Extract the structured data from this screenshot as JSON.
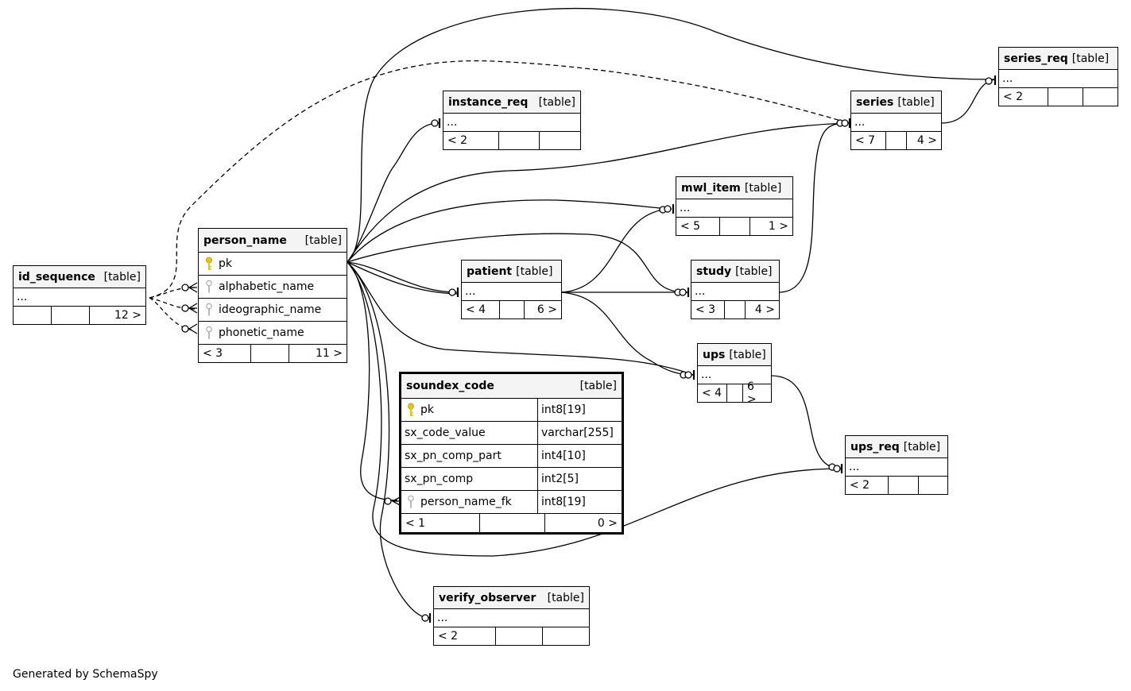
{
  "footer": "Generated by SchemaSpy",
  "tables": {
    "id_sequence": {
      "name": "id_sequence",
      "type": "[table]",
      "dots": "...",
      "foot": [
        "",
        "",
        "12 >"
      ]
    },
    "person_name": {
      "name": "person_name",
      "type": "[table]",
      "columns": [
        "pk",
        "alphabetic_name",
        "ideographic_name",
        "phonetic_name"
      ],
      "foot": [
        "< 3",
        "",
        "11 >"
      ]
    },
    "instance_req": {
      "name": "instance_req",
      "type": "[table]",
      "dots": "...",
      "foot": [
        "< 2",
        "",
        ""
      ]
    },
    "series": {
      "name": "series",
      "type": "[table]",
      "dots": "...",
      "foot": [
        "< 7",
        "",
        "4 >"
      ]
    },
    "series_req": {
      "name": "series_req",
      "type": "[table]",
      "dots": "...",
      "foot": [
        "< 2",
        "",
        ""
      ]
    },
    "mwl_item": {
      "name": "mwl_item",
      "type": "[table]",
      "dots": "...",
      "foot": [
        "< 5",
        "",
        "1 >"
      ]
    },
    "patient": {
      "name": "patient",
      "type": "[table]",
      "dots": "...",
      "foot": [
        "< 4",
        "",
        "6 >"
      ]
    },
    "study": {
      "name": "study",
      "type": "[table]",
      "dots": "...",
      "foot": [
        "< 3",
        "",
        "4 >"
      ]
    },
    "ups": {
      "name": "ups",
      "type": "[table]",
      "dots": "...",
      "foot": [
        "< 4",
        "",
        "6 >"
      ]
    },
    "ups_req": {
      "name": "ups_req",
      "type": "[table]",
      "dots": "...",
      "foot": [
        "< 2",
        "",
        ""
      ]
    },
    "verify_observer": {
      "name": "verify_observer",
      "type": "[table]",
      "dots": "...",
      "foot": [
        "< 2",
        "",
        ""
      ]
    },
    "soundex_code": {
      "name": "soundex_code",
      "type": "[table]",
      "columns": [
        {
          "name": "pk",
          "type": "int8[19]",
          "key": "primary"
        },
        {
          "name": "sx_code_value",
          "type": "varchar[255]",
          "key": "none"
        },
        {
          "name": "sx_pn_comp_part",
          "type": "int4[10]",
          "key": "none"
        },
        {
          "name": "sx_pn_comp",
          "type": "int2[5]",
          "key": "none"
        },
        {
          "name": "person_name_fk",
          "type": "int8[19]",
          "key": "foreign"
        }
      ],
      "foot": [
        "< 1",
        "",
        "0 >"
      ]
    }
  },
  "colors": {
    "primary_key": "#e6c800",
    "foreign_key": "#a8a8a8",
    "header_bg": "#f4f4f4",
    "line": "#000000"
  }
}
